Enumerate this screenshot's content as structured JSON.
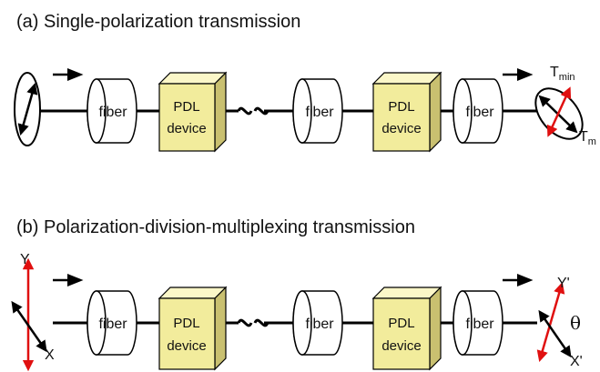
{
  "section_a": {
    "caption": "(a) Single-polarization transmission",
    "fiber_label": "fiber",
    "device_line1": "PDL",
    "device_line2": "device",
    "tmin_main": "T",
    "tmin_sub": "min",
    "tmax_main": "T",
    "tmax_sub": "m"
  },
  "section_b": {
    "caption": "(b) Polarization-division-multiplexing transmission",
    "fiber_label": "fiber",
    "device_line1": "PDL",
    "device_line2": "device",
    "in_y": "Y",
    "in_x": "X",
    "out_y": "Y'",
    "out_x": "X'",
    "theta": "θ"
  },
  "colors": {
    "fiber_fill": "#ffffff",
    "device_front": "#f2ec9c",
    "device_top": "#fbf7c8",
    "device_side": "#c9c070",
    "arrow_red": "#e01010",
    "line_black": "#000000"
  }
}
